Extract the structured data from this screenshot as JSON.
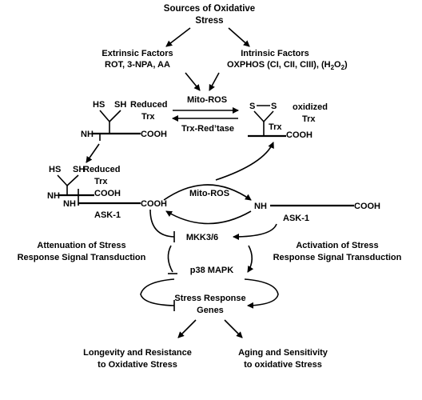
{
  "title": {
    "line1": "Sources of Oxidative",
    "line2": "Stress"
  },
  "extrinsic": {
    "title": "Extrinsic Factors",
    "items": "ROT,  3-NPA,  AA"
  },
  "intrinsic": {
    "title": "Intrinsic Factors",
    "items_pre": "OXPHOS (CI, CII, CIII), (H",
    "items_sub": "2",
    "items_mid": "O",
    "items_sub2": "2",
    "items_post": ")"
  },
  "mito_ros": "Mito-ROS",
  "trx_reductase": "Trx-Red’tase",
  "reduced_trx": {
    "sh": "SH",
    "hs": "HS",
    "line1": "Reduced",
    "line2": "Trx",
    "nh": "NH",
    "cooh": "COOH"
  },
  "oxidized_trx": {
    "s1": "S",
    "s2": "S",
    "line1": "oxidized",
    "line2": "Trx",
    "trx": "Trx",
    "cooh": "COOH"
  },
  "complex": {
    "hs": "HS",
    "sh": "SH",
    "line1": "Reduced",
    "line2": "Trx",
    "nh_top": "NH",
    "cooh_top": "COOH",
    "nh_ask": "NH",
    "cooh_ask": "COOH",
    "ask": "ASK-1"
  },
  "free_ask": {
    "nh": "NH",
    "cooh": "COOH",
    "ask": "ASK-1"
  },
  "mkk": "MKK3/6",
  "p38": "p38 MAPK",
  "attenuation": {
    "line1": "Attenuation of Stress",
    "line2": "Response Signal Transduction"
  },
  "activation": {
    "line1": "Activation of Stress",
    "line2": "Response Signal Transduction"
  },
  "genes": {
    "line1": "Stress Response",
    "line2": "Genes"
  },
  "longevity": {
    "line1": "Longevity and Resistance",
    "line2": "to Oxidative Stress"
  },
  "aging": {
    "line1": "Aging and Sensitivity",
    "line2": "to oxidative Stress"
  }
}
